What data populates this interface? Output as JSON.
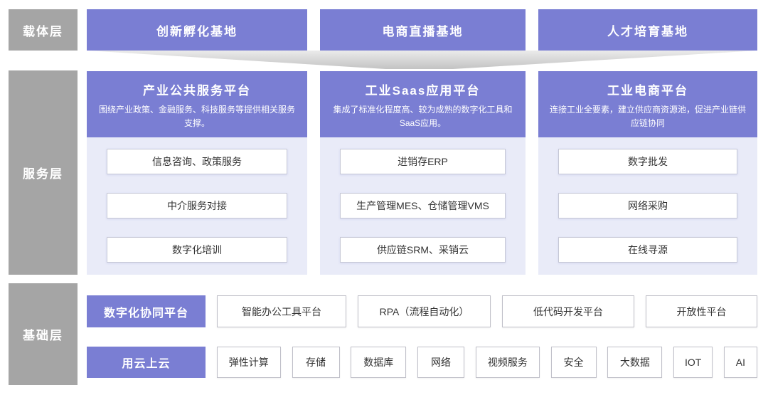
{
  "layers": {
    "carrier": {
      "label": "载体层"
    },
    "service": {
      "label": "服务层"
    },
    "foundation": {
      "label": "基础层"
    }
  },
  "carrier_bases": [
    {
      "label": "创新孵化基地"
    },
    {
      "label": "电商直播基地"
    },
    {
      "label": "人才培育基地"
    }
  ],
  "service_platforms": [
    {
      "title": "产业公共服务平台",
      "subtitle": "围绕产业政策、金融服务、科技服务等提供相关服务支撑。",
      "items": [
        "信息咨询、政策服务",
        "中介服务对接",
        "数字化培训"
      ]
    },
    {
      "title": "工业Saas应用平台",
      "subtitle": "集成了标准化程度高、较为成熟的数字化工具和SaaS应用。",
      "items": [
        "进销存ERP",
        "生产管理MES、仓储管理VMS",
        "供应链SRM、采销云"
      ]
    },
    {
      "title": "工业电商平台",
      "subtitle": "连接工业全要素，建立供应商资源池，促进产业链供应链协同",
      "items": [
        "数字批发",
        "网络采购",
        "在线寻源"
      ]
    }
  ],
  "foundation_rows": [
    {
      "header": "数字化协同平台",
      "items": [
        "智能办公工具平台",
        "RPA（流程自动化）",
        "低代码开发平台",
        "开放性平台"
      ]
    },
    {
      "header": "用云上云",
      "items": [
        "弹性计算",
        "存储",
        "数据库",
        "网络",
        "视频服务",
        "安全",
        "大数据",
        "IOT",
        "AI"
      ]
    }
  ],
  "colors": {
    "purple": "#7A7ED3",
    "panel_bg": "#E9EBF8",
    "layer_gray": "#A5A5A5",
    "box_border": "#C6C8D6"
  }
}
